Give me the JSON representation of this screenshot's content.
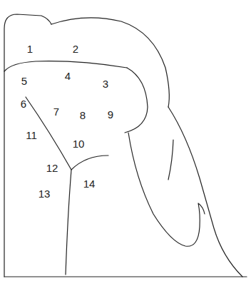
{
  "diagram": {
    "labels": [
      "1",
      "2",
      "5",
      "4",
      "3",
      "6",
      "7",
      "8",
      "9",
      "11",
      "10",
      "12",
      "13",
      "14"
    ]
  }
}
